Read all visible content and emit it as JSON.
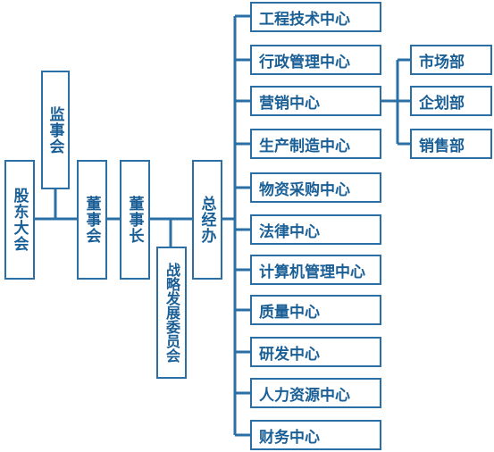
{
  "shareholders": "股东大会",
  "supervisors": "监事会",
  "board": "董事会",
  "chairman": "董事长",
  "strategy_committee": "战略发展委员会",
  "gm_office": "总经办",
  "centers": [
    "工程技术中心",
    "行政管理中心",
    "营销中心",
    "生产制造中心",
    "物资采购中心",
    "法律中心",
    "计算机管理中心",
    "质量中心",
    "研发中心",
    "人力资源中心",
    "财务中心"
  ],
  "marketing_departments": [
    "市场部",
    "企划部",
    "销售部"
  ],
  "colors": {
    "line": "#2a6fa5",
    "text": "#1a5f96",
    "box_border": "#2a6fa5"
  }
}
